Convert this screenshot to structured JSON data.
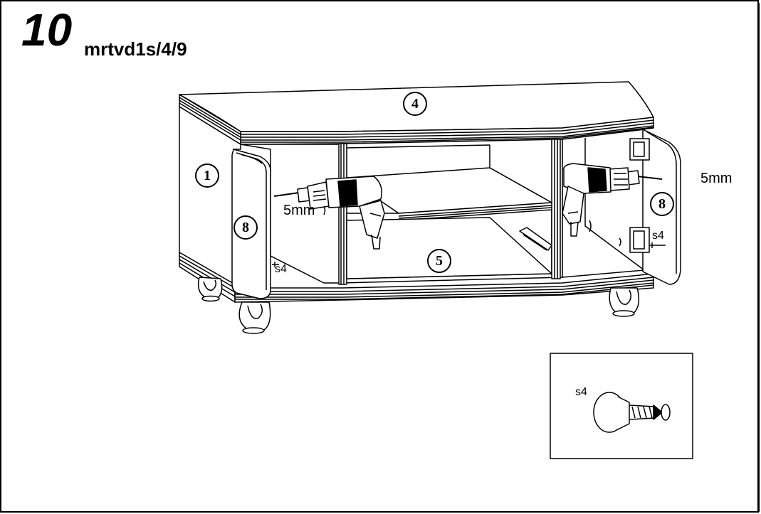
{
  "step": {
    "number": "10",
    "code": "mrtvd1s/4/9"
  },
  "parts": {
    "top": "4",
    "side_panel": "1",
    "left_door": "8",
    "right_door": "8",
    "shelf": "5"
  },
  "labels": {
    "drill_left_size": "5mm",
    "drill_right_size": "5mm",
    "screw_left": "s4",
    "screw_right": "s4",
    "detail_screw": "s4"
  }
}
